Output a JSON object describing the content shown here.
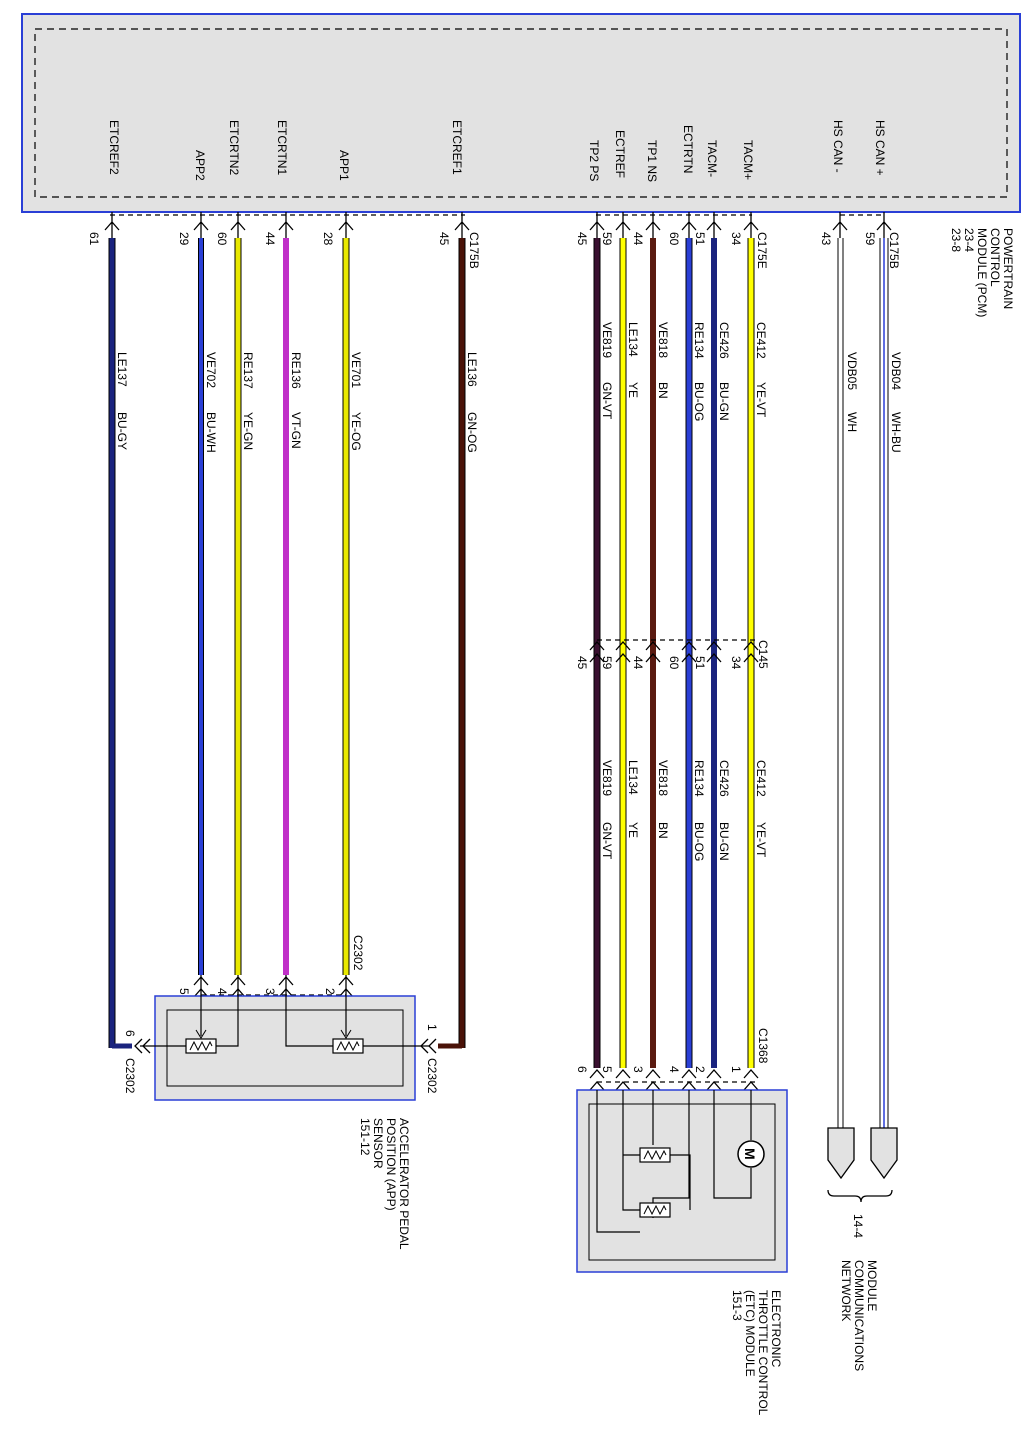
{
  "pcm": {
    "title_lines": [
      "POWERTRAIN",
      "CONTROL",
      "MODULE (PCM)",
      "23-4",
      "23-8"
    ],
    "pins": [
      {
        "id": "etcref2",
        "label": "ETCREF2",
        "pin": "61",
        "circuit": "LE137",
        "color": "BU-GY",
        "stroke": "#1a237e",
        "connector": ""
      },
      {
        "id": "app2",
        "label": "APP2",
        "pin": "29",
        "circuit": "VE702",
        "color": "BU-WH",
        "stroke": "#2a3fd6",
        "connector": ""
      },
      {
        "id": "etcrtn2",
        "label": "ETCRTN2",
        "pin": "60",
        "circuit": "RE137",
        "color": "YE-GN",
        "stroke": "#e8e800",
        "connector": ""
      },
      {
        "id": "etcrtn1",
        "label": "ETCRTN1",
        "pin": "44",
        "circuit": "RE136",
        "color": "VT-GN",
        "stroke": "#c030c8",
        "connector": ""
      },
      {
        "id": "app1",
        "label": "APP1",
        "pin": "28",
        "circuit": "VE701",
        "color": "YE-OG",
        "stroke": "#e8e800",
        "connector": ""
      },
      {
        "id": "etcref1",
        "label": "ETCREF1",
        "pin": "45",
        "circuit": "LE136",
        "color": "GN-OG",
        "stroke": "#4a1208",
        "connector": "C175B"
      },
      {
        "id": "tp2ps",
        "label": "TP2 PS",
        "pin": "45",
        "circuit": "VE819",
        "color": "GN-VT",
        "stroke": "#3a1030",
        "connector": ""
      },
      {
        "id": "ectref",
        "label": "ECTREF",
        "pin": "59",
        "circuit": "LE134",
        "color": "YE",
        "stroke": "#ffff00",
        "connector": ""
      },
      {
        "id": "tp1ns",
        "label": "TP1 NS",
        "pin": "44",
        "circuit": "VE818",
        "color": "BN",
        "stroke": "#5a1a10",
        "connector": ""
      },
      {
        "id": "ectrtn",
        "label": "ECTRTN",
        "pin": "60",
        "circuit": "RE134",
        "color": "BU-OG",
        "stroke": "#2a3fd6",
        "connector": ""
      },
      {
        "id": "tacmn",
        "label": "TACM-",
        "pin": "51",
        "circuit": "CE426",
        "color": "BU-GN",
        "stroke": "#1a237e",
        "connector": ""
      },
      {
        "id": "tacmp",
        "label": "TACM+",
        "pin": "34",
        "circuit": "CE412",
        "color": "YE-VT",
        "stroke": "#ffff00",
        "connector": "C175E"
      },
      {
        "id": "hscann",
        "label": "HS CAN -",
        "pin": "43",
        "circuit": "VDB05",
        "color": "WH",
        "stroke": "#ffffff",
        "connector": ""
      },
      {
        "id": "hscanp",
        "label": "HS CAN +",
        "pin": "59",
        "circuit": "VDB04",
        "color": "WH-BU",
        "stroke": "#ffffff",
        "connector": "C175B"
      }
    ]
  },
  "c145": {
    "label": "C145",
    "pins": [
      "45",
      "59",
      "44",
      "60",
      "51",
      "34"
    ]
  },
  "app_sensor": {
    "connector_top": "C2302",
    "connector_left": "C2302",
    "connector_right": "C2302",
    "pin_numbers": [
      "5",
      "4",
      "3",
      "2"
    ],
    "pin_left": "6",
    "pin_right": "1",
    "title_lines": [
      "ACCELERATOR PEDAL",
      "POSITION (APP)",
      "SENSOR",
      "151-12"
    ]
  },
  "etc_module": {
    "connector": "C1368",
    "pin_numbers": [
      "6",
      "5",
      "3",
      "4",
      "2",
      "1"
    ],
    "motor_symbol": "M",
    "title_lines": [
      "ELECTRONIC",
      "THROTTLE CONTROL",
      "(ETC) MODULE",
      "151-3"
    ]
  },
  "network": {
    "ref": "14-4",
    "title_lines": [
      "MODULE",
      "COMMUNICATIONS",
      "NETWORK"
    ]
  }
}
